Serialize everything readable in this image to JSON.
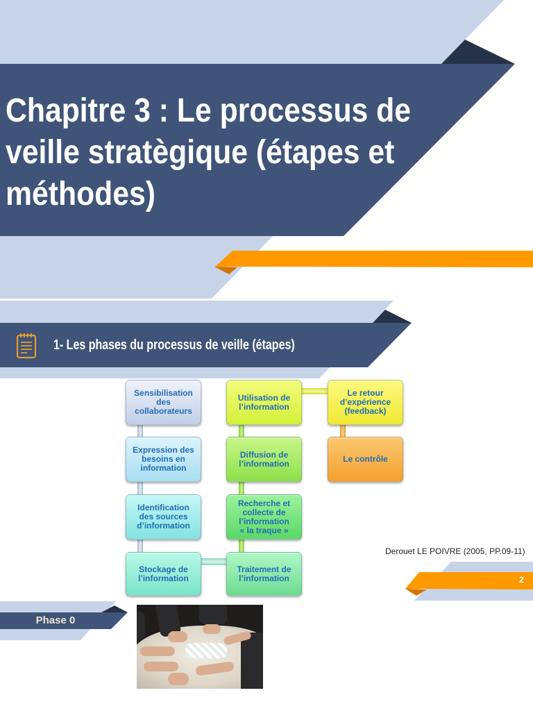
{
  "title": {
    "lines": [
      "Chapitre 3 : Le processus de",
      "veille stratègique (étapes et",
      "méthodes)"
    ]
  },
  "section": {
    "icon": "notepad-icon",
    "label": "1- Les phases du processus de veille (étapes)"
  },
  "diagram": {
    "boxes": [
      {
        "id": "sensibilisation",
        "label": "Sensibilisation\ndes\ncollaborateurs"
      },
      {
        "id": "expression",
        "label": "Expression des\nbesoins en\ninformation"
      },
      {
        "id": "identification",
        "label": "Identification\ndes sources\nd’information"
      },
      {
        "id": "stockage",
        "label": "Stockage de\nl’information"
      },
      {
        "id": "traitement",
        "label": "Traitement de\nl’information"
      },
      {
        "id": "recherche",
        "label": "Recherche et\ncollecte de\nl’information\n« la traque »"
      },
      {
        "id": "diffusion",
        "label": "Diffusion de\nl’information"
      },
      {
        "id": "utilisation",
        "label": "Utilisation de\nl’information"
      },
      {
        "id": "retour",
        "label": "Le retour\nd’expérience\n(feedback)"
      },
      {
        "id": "controle",
        "label": "Le contrôle"
      }
    ]
  },
  "citation": "Derouet LE POIVRE (2005, PP.09-11)",
  "page_number": "2",
  "phase_label": "Phase 0",
  "photo": {
    "subject": "team-hands-puzzle-photo"
  },
  "colors": {
    "light_blue": "#c7d4e8",
    "dark_blue": "#3f5478",
    "navy_fold": "#263248",
    "orange": "#fe9900",
    "orange_fold": "#d27600",
    "box_text": "#1f6db5"
  }
}
